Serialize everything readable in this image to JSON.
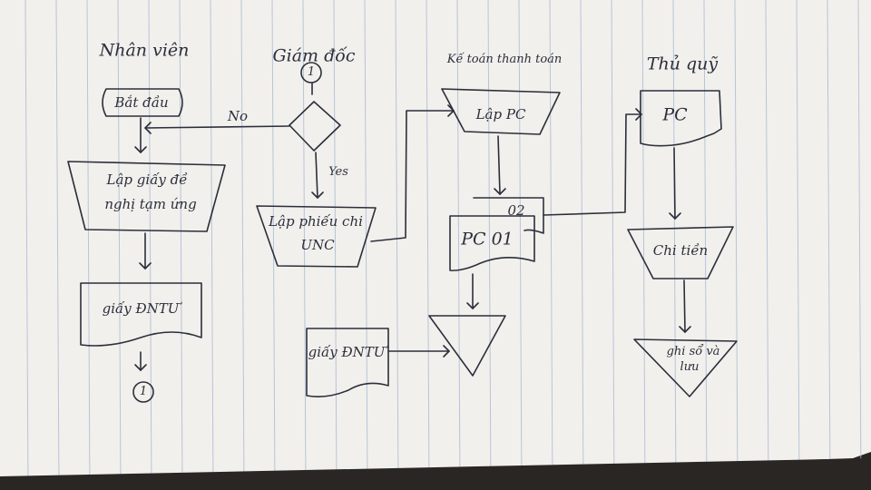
{
  "lanes": [
    {
      "title": "Nhân viên"
    },
    {
      "title": "Giám đốc"
    },
    {
      "title": "Kế toán thanh toán"
    },
    {
      "title": "Thủ quỹ"
    }
  ],
  "nodes": {
    "start": "Bắt đầu",
    "request_form_l1": "Lập giấy đề",
    "request_form_l2": "nghị tạm ứng",
    "request_doc": "giấy ĐNTƯ",
    "connector_out": "1",
    "connector_in": "1",
    "no_label": "No",
    "yes_label": "Yes",
    "approve_l1": "Lập phiếu chi",
    "approve_l2": "UNC",
    "make_pc": "Lập PC",
    "pc_copy2": "02",
    "pc_copy1": "PC 01",
    "request_doc_copy": "giấy ĐNTƯ",
    "pc_received": "PC",
    "pay_cash": "Chi tiền",
    "record_l1": "ghi sổ và",
    "record_l2": "lưu"
  },
  "colors": {
    "ink": "#2b2f3c",
    "paper": "#f2f0ec",
    "rule": "#a9b9d6",
    "margin": "#d9a6a6"
  }
}
